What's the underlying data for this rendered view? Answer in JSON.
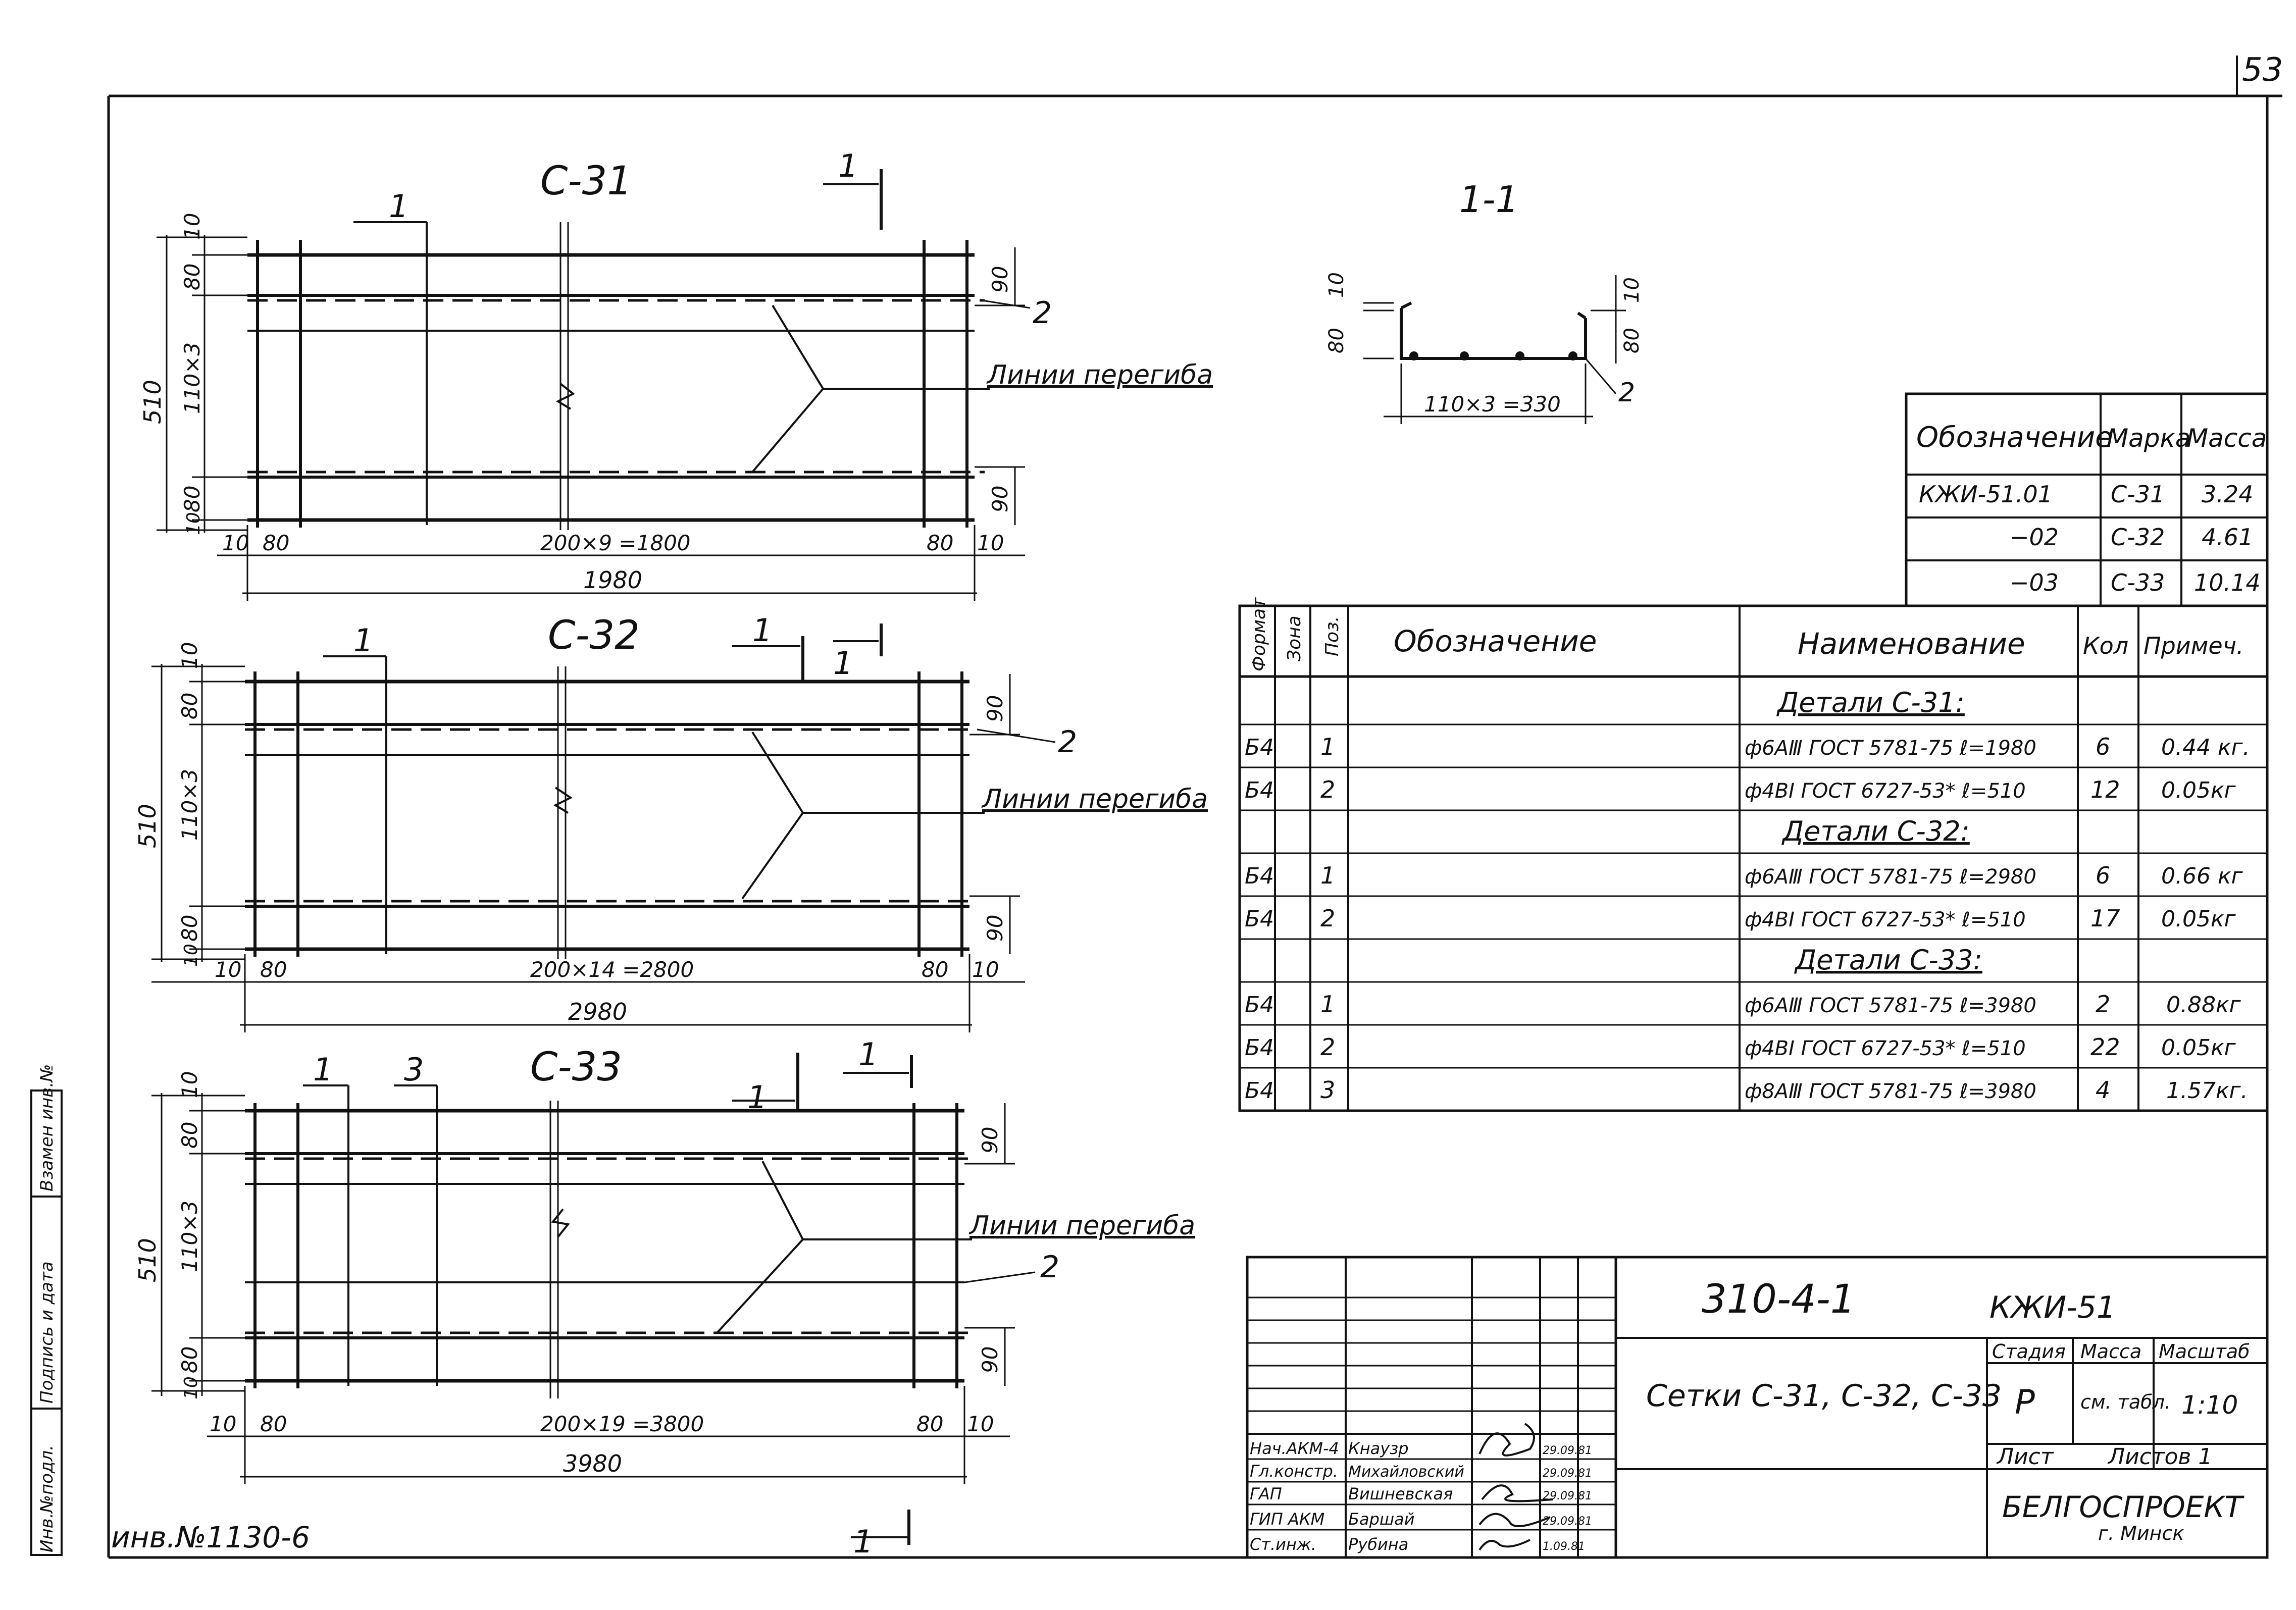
{
  "page_number": "53",
  "inventory_number": "инв.№1130-6",
  "left_strip": [
    "Инв.№подл.",
    "Подпись и дата",
    "Взамен инв.№"
  ],
  "drawings": [
    {
      "title": "С-31",
      "pos_a": "1",
      "pos_b": "2",
      "dim_left_total": "510",
      "dim_left_parts": [
        "10",
        "80",
        "110×3",
        "80",
        "10"
      ],
      "dim_right_parts": [
        "90",
        "90"
      ],
      "dim_bottom_parts": [
        "10",
        "80",
        "200×9 =1800",
        "80",
        "10"
      ],
      "dim_overall": "1980",
      "bend_label": "Линии перегиба",
      "section_marks": [
        "1"
      ]
    },
    {
      "title": "С-32",
      "pos_a": "1",
      "pos_b": "2",
      "dim_left_total": "510",
      "dim_left_parts": [
        "10",
        "80",
        "110×3",
        "80",
        "10"
      ],
      "dim_right_parts": [
        "90",
        "90"
      ],
      "dim_bottom_parts": [
        "10",
        "80",
        "200×14 =2800",
        "80",
        "10"
      ],
      "dim_overall": "2980",
      "bend_label": "Линии перегиба",
      "section_marks": [
        "1",
        "1"
      ]
    },
    {
      "title": "С-33",
      "pos_a": "1",
      "pos_c": "3",
      "pos_b": "2",
      "dim_left_total": "510",
      "dim_left_parts": [
        "10",
        "80",
        "110×3",
        "80",
        "10"
      ],
      "dim_right_parts": [
        "90",
        "90"
      ],
      "dim_bottom_parts": [
        "10",
        "80",
        "200×19 =3800",
        "80",
        "10"
      ],
      "dim_overall": "3980",
      "bend_label": "Линии перегиба",
      "section_marks": [
        "1",
        "1",
        "1"
      ]
    }
  ],
  "section": {
    "title": "1-1",
    "dims_left": [
      "10",
      "80"
    ],
    "dims_right": [
      "10",
      "80"
    ],
    "dim_bottom": "110×3 =330",
    "pos": "2"
  },
  "mark_table": {
    "headers": [
      "Обозначение",
      "Марка",
      "Масса"
    ],
    "rows": [
      [
        "КЖИ-51.01",
        "С-31",
        "3.24"
      ],
      [
        "−02",
        "С-32",
        "4.61"
      ],
      [
        "−03",
        "С-33",
        "10.14"
      ]
    ]
  },
  "spec": {
    "headers": [
      "Формат",
      "Зона",
      "Поз.",
      "Обозначение",
      "Наименование",
      "Кол",
      "Примеч."
    ],
    "rows": [
      {
        "section": "Детали С-31:"
      },
      {
        "fmt": "Б4",
        "pos": "1",
        "name": "ф6АⅢ ГОСТ 5781-75  ℓ=1980",
        "qty": "6",
        "note": "0.44 кг."
      },
      {
        "fmt": "Б4",
        "pos": "2",
        "name": "ф4ВⅠ ГОСТ 6727-53*  ℓ=510",
        "qty": "12",
        "note": "0.05кг"
      },
      {
        "section": "Детали С-32:"
      },
      {
        "fmt": "Б4",
        "pos": "1",
        "name": "ф6АⅢ ГОСТ 5781-75  ℓ=2980",
        "qty": "6",
        "note": "0.66 кг"
      },
      {
        "fmt": "Б4",
        "pos": "2",
        "name": "ф4ВⅠ ГОСТ 6727-53*  ℓ=510",
        "qty": "17",
        "note": "0.05кг"
      },
      {
        "section": "Детали С-33:"
      },
      {
        "fmt": "Б4",
        "pos": "1",
        "name": "ф6АⅢ ГОСТ 5781-75  ℓ=3980",
        "qty": "2",
        "note": "0.88кг"
      },
      {
        "fmt": "Б4",
        "pos": "2",
        "name": "ф4ВⅠ ГОСТ 6727-53*  ℓ=510",
        "qty": "22",
        "note": "0.05кг"
      },
      {
        "fmt": "Б4",
        "pos": "3",
        "name": "ф8АⅢ ГОСТ 5781-75  ℓ=3980",
        "qty": "4",
        "note": "1.57кг."
      }
    ]
  },
  "title_block": {
    "code": "310-4-1",
    "mark": "КЖИ-51",
    "title": "Сетки С-31, С-32, С-33",
    "stage_label": "Стадия",
    "mass_label": "Масса",
    "scale_label": "Масштаб",
    "stage": "Р",
    "mass": "см. табл.",
    "scale": "1:10",
    "sheet_label": "Лист",
    "sheets_label": "Листов 1",
    "org": "БЕЛГОСПРОЕКТ",
    "city": "г. Минск",
    "signatures": [
      {
        "role": "Нач.АКМ-4",
        "name": "Кнаузр",
        "date": "29.09.81"
      },
      {
        "role": "Гл.констр.",
        "name": "Михайловский",
        "date": "29.09.81"
      },
      {
        "role": "ГАП",
        "name": "Вишневская",
        "date": "29.09.81"
      },
      {
        "role": "ГИП АКМ",
        "name": "Баршай",
        "date": "29.09.81"
      },
      {
        "role": "Ст.инж.",
        "name": "Рубина",
        "date": "1.09.81"
      }
    ]
  }
}
